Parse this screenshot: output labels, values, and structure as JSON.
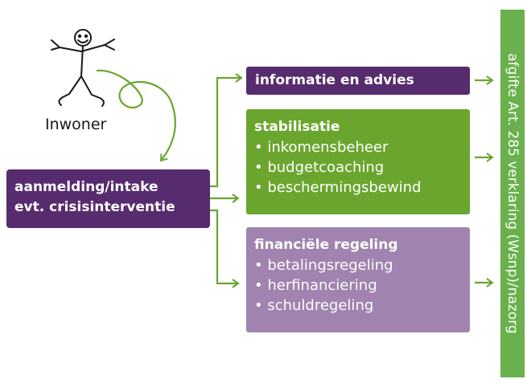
{
  "colors": {
    "purple": "#572c6e",
    "green": "#6aa62e",
    "lavender": "#a083ae",
    "bar_green": "#6ab04c",
    "figure": "#1a1a1a"
  },
  "person": {
    "label": "Inwoner",
    "icon": "stick-figure-icon"
  },
  "intake": {
    "line1": "aanmelding/intake",
    "line2": "evt. crisisinterventie"
  },
  "info_box": {
    "title": "informatie en advies"
  },
  "stabilisatie": {
    "title": "stabilisatie",
    "items": [
      "• inkomensbeheer",
      "• budgetcoaching",
      "• beschermingsbewind"
    ]
  },
  "financiele_regeling": {
    "title": "financiële regeling",
    "items": [
      "• betalingsregeling",
      "• herfinanciering",
      "• schuldregeling"
    ]
  },
  "side_bar": {
    "text": "afgifte Art. 285 verklaring (Wsnp)/nazorg"
  }
}
